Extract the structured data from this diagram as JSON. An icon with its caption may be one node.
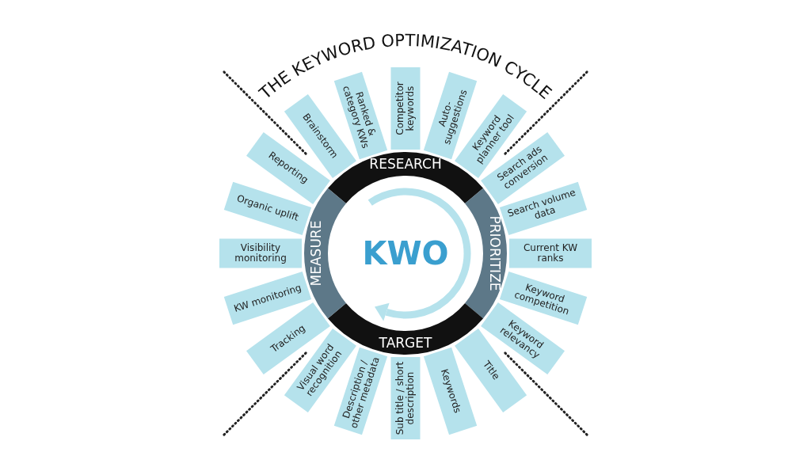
{
  "diagram": {
    "title": "THE KEYWORD OPTIMIZATION CYCLE",
    "nodes": [
      {
        "text": [
          "KWO"
        ]
      },
      {
        "text": [
          "RESEARCH"
        ]
      },
      {
        "text": [
          "PRIORITIZE"
        ]
      },
      {
        "text": [
          "TARGET"
        ]
      },
      {
        "text": [
          "MEASURE"
        ]
      },
      {
        "text": [
          "Brainstorm"
        ]
      },
      {
        "text": [
          "Ranked & category KWs"
        ]
      },
      {
        "text": [
          "Competitor keywords"
        ]
      },
      {
        "text": [
          "Auto-suggestions"
        ]
      },
      {
        "text": [
          "Keyword planner tool"
        ]
      },
      {
        "text": [
          "Search ads conversion"
        ]
      },
      {
        "text": [
          "Search volume data"
        ]
      },
      {
        "text": [
          "Current KW ranks"
        ]
      },
      {
        "text": [
          "Keyword competition"
        ]
      },
      {
        "text": [
          "Keyword relevancy"
        ]
      },
      {
        "text": [
          "Title"
        ]
      },
      {
        "text": [
          "Keywords"
        ]
      },
      {
        "text": [
          "Sub title / short description"
        ]
      },
      {
        "text": [
          "Description / other metadata"
        ]
      },
      {
        "text": [
          "Visual word recognition"
        ]
      },
      {
        "text": [
          "Tracking"
        ]
      },
      {
        "text": [
          "KW monitoring"
        ]
      },
      {
        "text": [
          "Visibility monitoring"
        ]
      },
      {
        "text": [
          "Organic uplift"
        ]
      },
      {
        "text": [
          "Reporting"
        ]
      }
    ],
    "edges": []
  }
}
